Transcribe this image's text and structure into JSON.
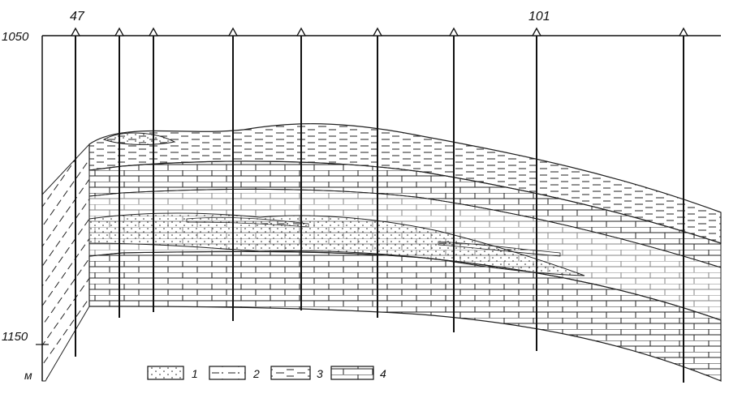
{
  "wells": {
    "labeled": [
      {
        "label": "47"
      },
      {
        "label": "101"
      }
    ]
  },
  "depth_axis": {
    "top_value": "1050",
    "bottom_value": "1150",
    "unit": "м"
  },
  "legend": [
    {
      "number": "1",
      "pattern": "sandstone-dots-icon"
    },
    {
      "number": "2",
      "pattern": "siltstone-dash-dot-icon"
    },
    {
      "number": "3",
      "pattern": "clay-dashes-icon"
    },
    {
      "number": "4",
      "pattern": "limestone-bricks-icon"
    }
  ],
  "colors": {
    "ink": "#1a1a1a",
    "paper": "#ffffff"
  }
}
